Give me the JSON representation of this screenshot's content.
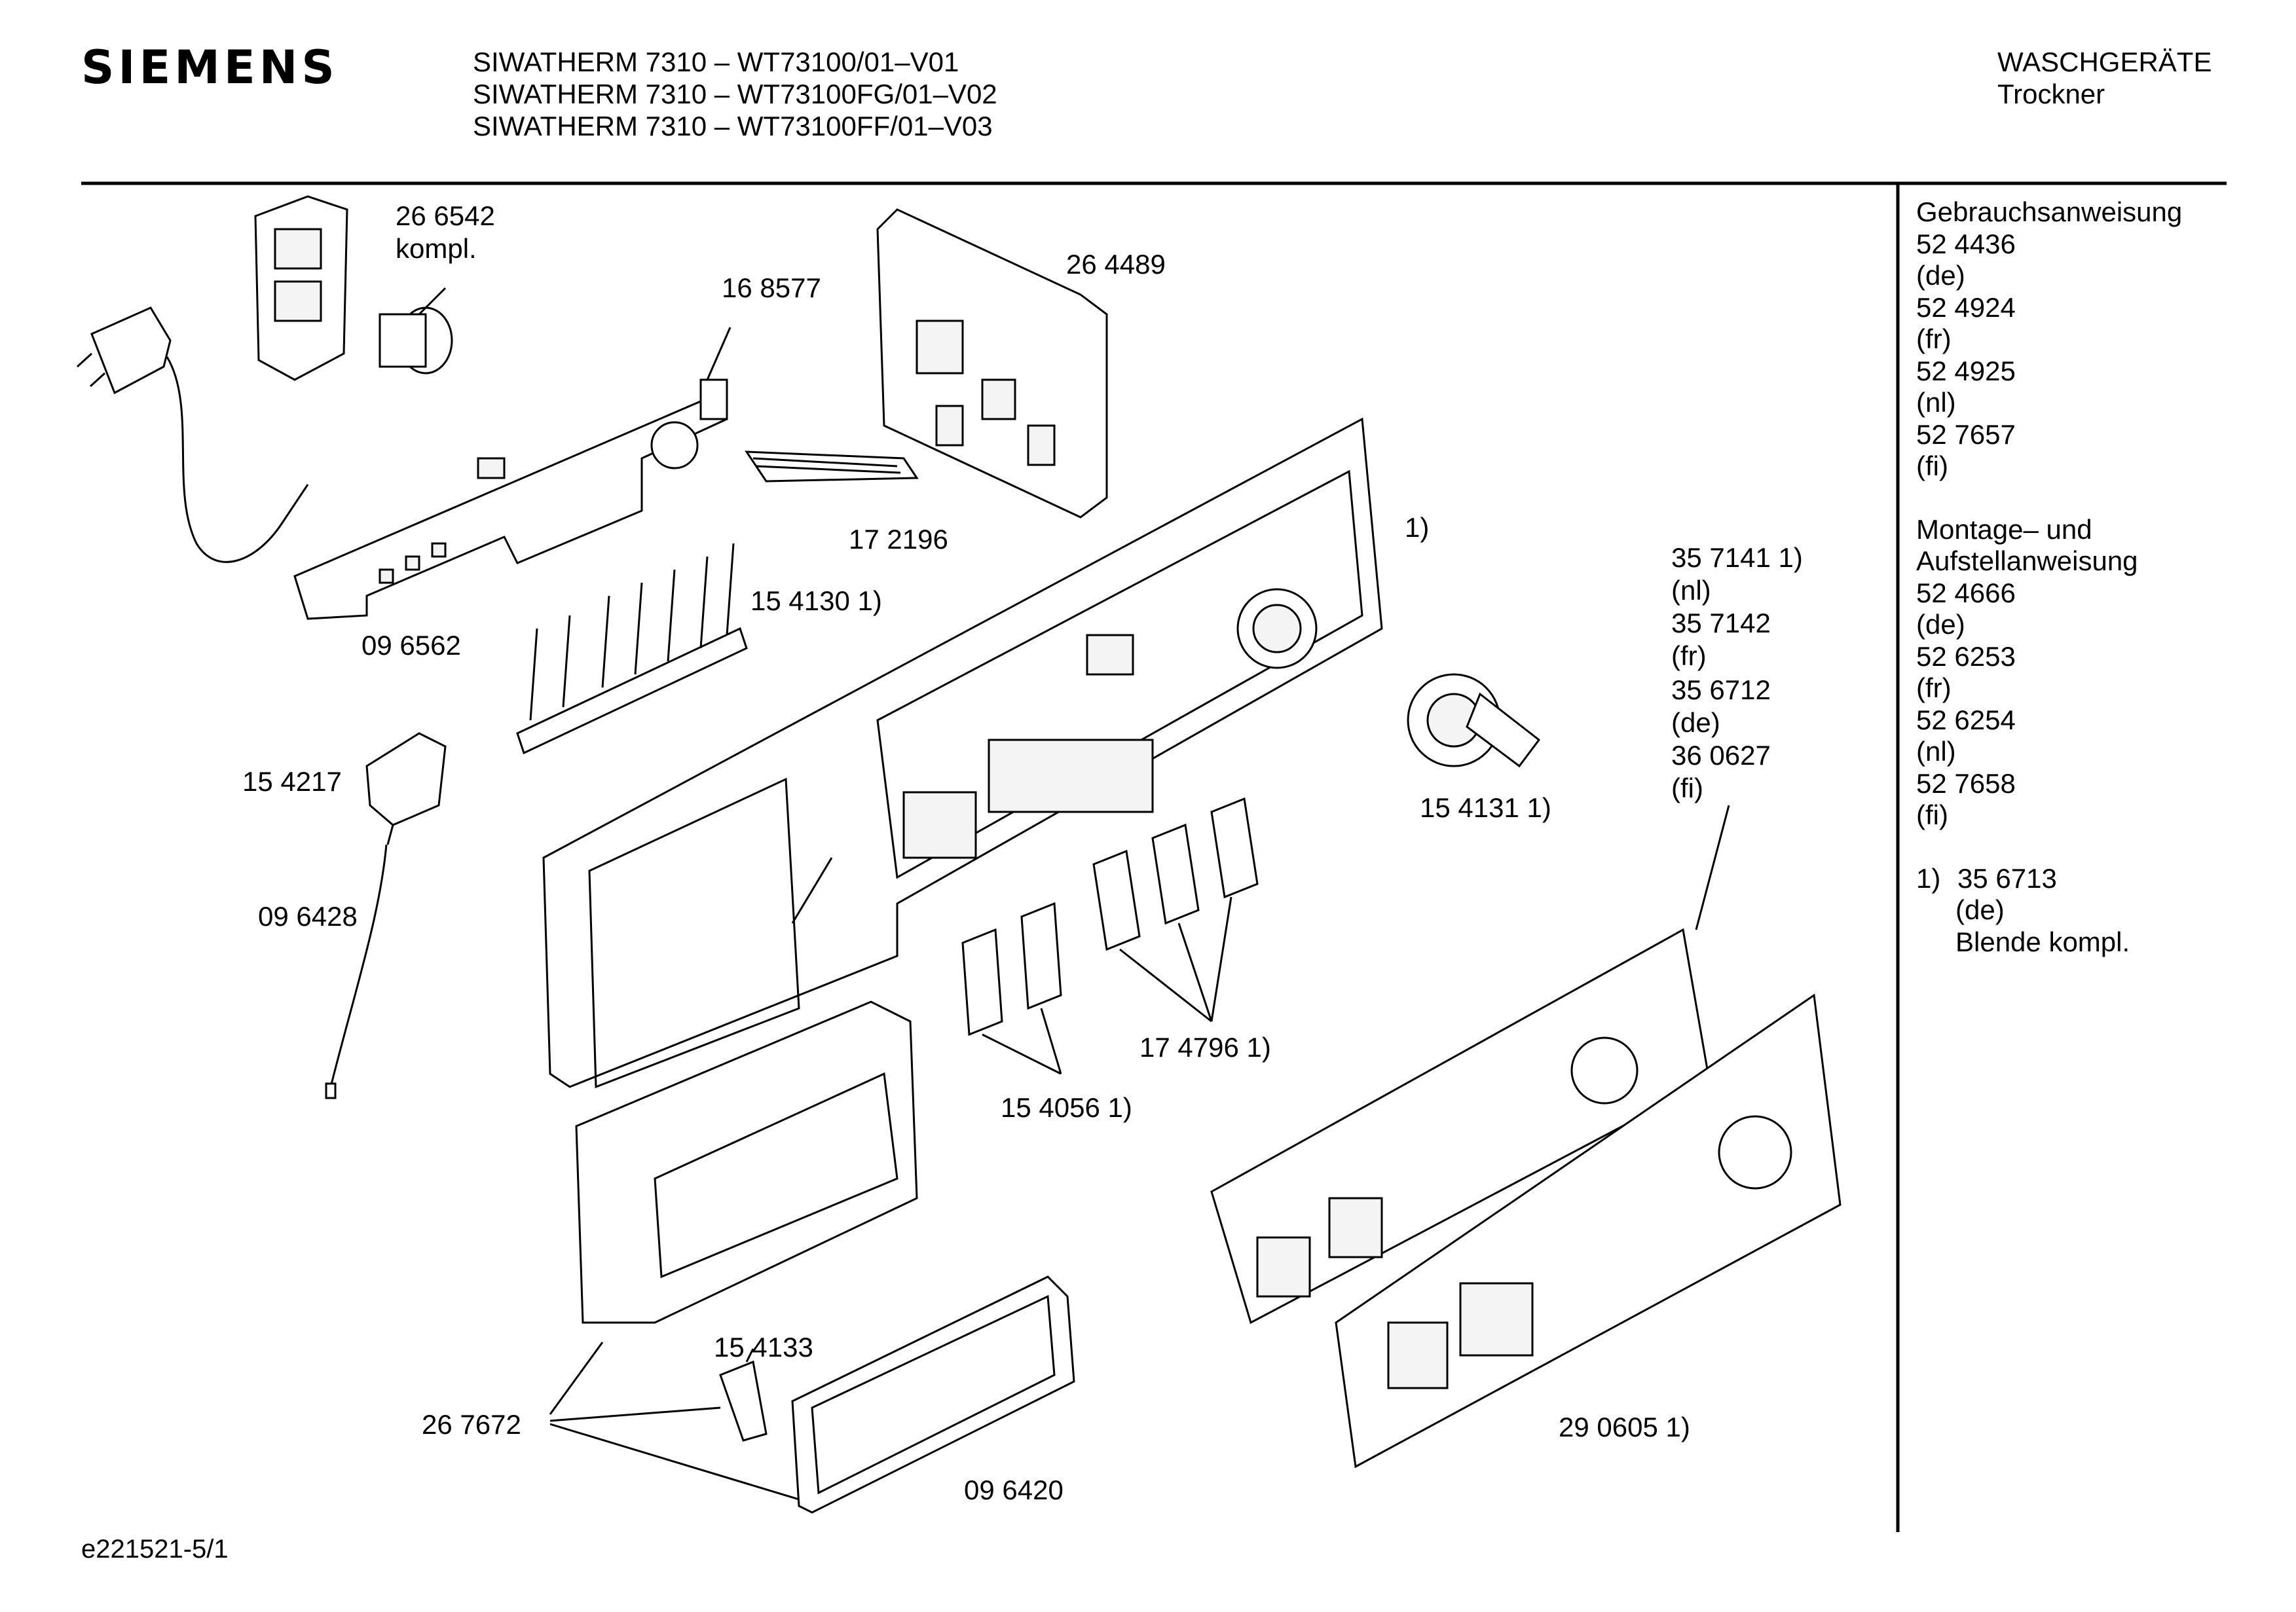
{
  "header": {
    "brand": "SIEMENS",
    "models": [
      "SIWATHERM 7310 – WT73100/01–V01",
      "SIWATHERM 7310 – WT73100FG/01–V02",
      "SIWATHERM 7310 – WT73100FF/01–V03"
    ],
    "category": "WASCHGERÄTE",
    "subcategory": "Trockner"
  },
  "sidebar": {
    "manual_title": "Gebrauchsanweisung",
    "manual_items": [
      "52 4436",
      "(de)",
      "52 4924",
      "(fr)",
      "52 4925",
      "(nl)",
      "52 7657",
      "(fi)"
    ],
    "install_title_1": "Montage– und",
    "install_title_2": "Aufstellanweisung",
    "install_items": [
      "52 4666",
      "(de)",
      "52 6253",
      "(fr)",
      "52 6254",
      "(nl)",
      "52 7658",
      "(fi)"
    ],
    "footnote_marker": "1)",
    "footnote_part": "35 6713",
    "footnote_lang": "(de)",
    "footnote_desc": "Blende kompl."
  },
  "parts": {
    "p266542": "26 6542",
    "p266542_note": "kompl.",
    "p168577": "16 8577",
    "p264489": "26 4489",
    "p172196": "17 2196",
    "p096562": "09 6562",
    "p154130": "15 4130 1)",
    "p154217": "15 4217",
    "p096428": "09 6428",
    "panel_note": "1)",
    "p357141": "35 7141 1)",
    "p357141_lang": "(nl)",
    "p357142": "35 7142",
    "p357142_lang": "(fr)",
    "p356712": "35 6712",
    "p356712_lang": "(de)",
    "p360627": "36  0627",
    "p360627_lang": "(fi)",
    "p154131": "15 4131 1)",
    "p174796": "17 4796 1)",
    "p154056": "15 4056 1)",
    "p154133": "15 4133",
    "p267672": "26 7672",
    "p096420": "09 6420",
    "p290605": "29 0605 1)"
  },
  "footer": {
    "code": "e221521-5/1"
  }
}
